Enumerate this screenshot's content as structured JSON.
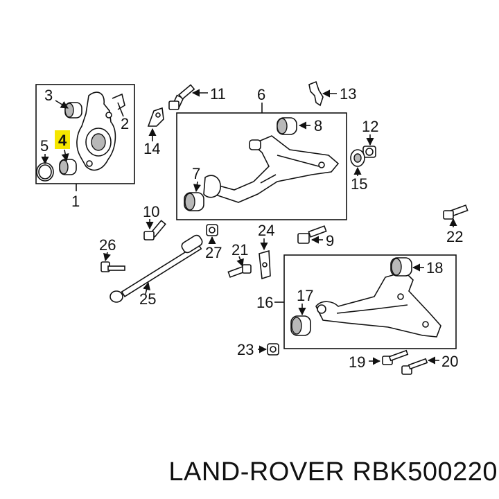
{
  "callouts": {
    "n1": "1",
    "n2": "2",
    "n3": "3",
    "n4": "4",
    "n5": "5",
    "n6": "6",
    "n7": "7",
    "n8": "8",
    "n9": "9",
    "n10": "10",
    "n11": "11",
    "n12": "12",
    "n13": "13",
    "n14": "14",
    "n15": "15",
    "n16": "16",
    "n17": "17",
    "n18": "18",
    "n19": "19",
    "n20": "20",
    "n21": "21",
    "n22": "22",
    "n23": "23",
    "n24": "24",
    "n25": "25",
    "n26": "26",
    "n27": "27"
  },
  "highlight_color": "#f5e600",
  "caption": "LAND-ROVER RBK500220"
}
